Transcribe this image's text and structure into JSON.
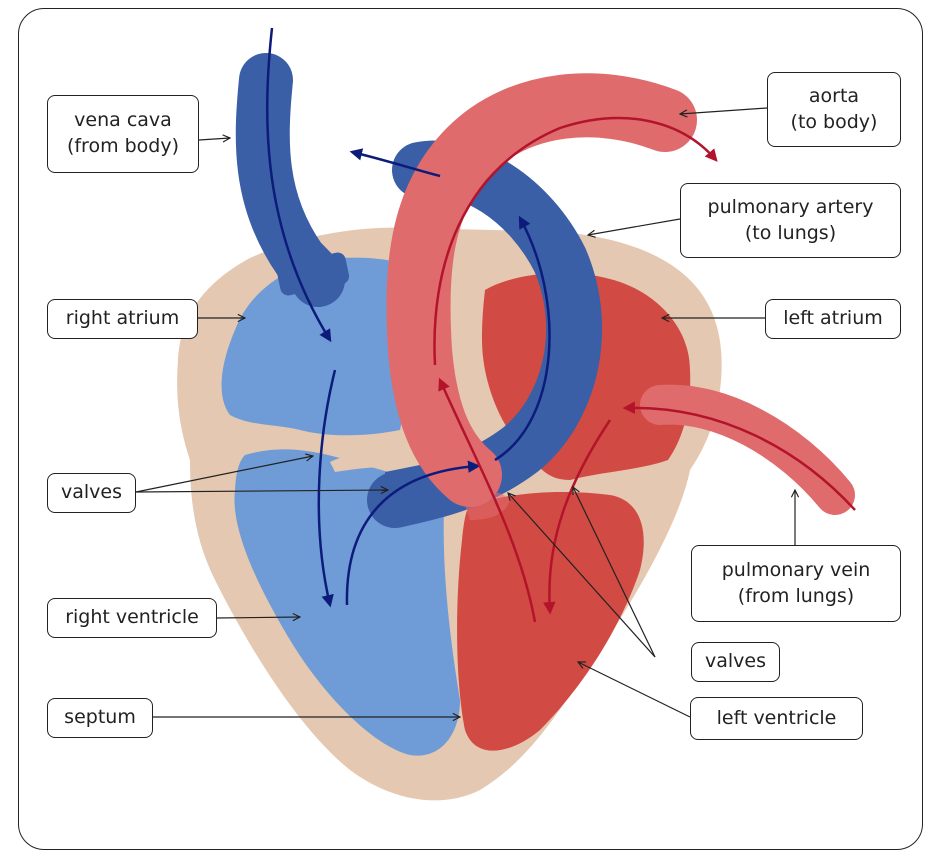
{
  "colors": {
    "tissue": "#e4c8b1",
    "deoxygenated_light": "#6f9cd6",
    "deoxygenated_dark": "#3a5fa6",
    "oxygenated_light": "#e06b6d",
    "oxygenated_dark": "#d24a44",
    "flow_arrow_blue": "#0d1c7a",
    "flow_arrow_red": "#b3142b",
    "leader_line": "#222222"
  },
  "labels": {
    "vena_cava": {
      "line1": "vena cava",
      "line2": "(from body)"
    },
    "aorta": {
      "line1": "aorta",
      "line2": "(to body)"
    },
    "pulmonary_artery": {
      "line1": "pulmonary artery",
      "line2": "(to lungs)"
    },
    "right_atrium": {
      "line1": "right atrium"
    },
    "left_atrium": {
      "line1": "left atrium"
    },
    "valves_left": {
      "line1": "valves"
    },
    "pulmonary_vein": {
      "line1": "pulmonary vein",
      "line2": "(from lungs)"
    },
    "right_ventricle": {
      "line1": "right ventricle"
    },
    "valves_right": {
      "line1": "valves"
    },
    "septum": {
      "line1": "septum"
    },
    "left_ventricle": {
      "line1": "left ventricle"
    }
  }
}
